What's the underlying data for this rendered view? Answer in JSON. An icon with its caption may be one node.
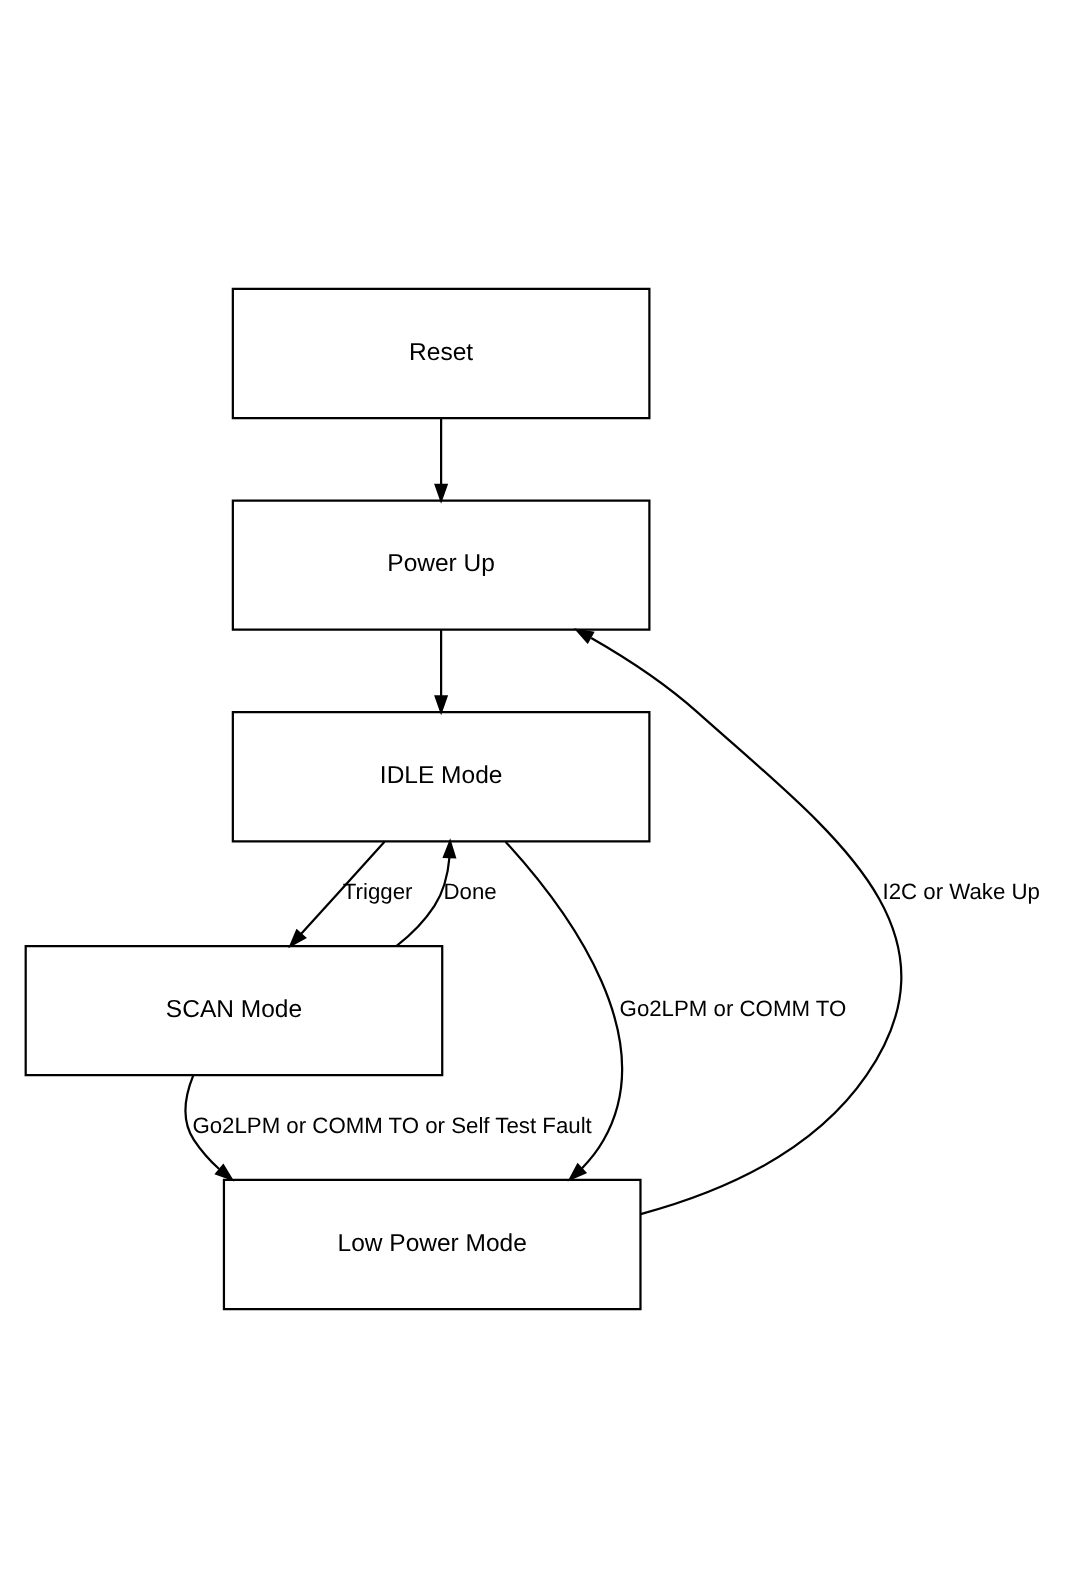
{
  "diagram": {
    "nodes": [
      {
        "text": [
          "Reset"
        ]
      },
      {
        "text": [
          "Power Up"
        ]
      },
      {
        "text": [
          "IDLE Mode"
        ]
      },
      {
        "text": [
          "SCAN Mode"
        ]
      },
      {
        "text": [
          "Low Power Mode"
        ]
      }
    ],
    "edges": [
      {
        "from": 0,
        "to": 1,
        "arrow": "to"
      },
      {
        "from": 4,
        "to": 1,
        "arrow": "to",
        "label": "I2C or Wake Up"
      },
      {
        "from": 1,
        "to": 2,
        "arrow": "to"
      },
      {
        "from": 2,
        "to": 4,
        "arrow": "to",
        "label": "Go2LPM or COMM TO"
      },
      {
        "from": 2,
        "to": 3,
        "arrow": "to",
        "label": "Trigger"
      },
      {
        "from": 3,
        "to": 2,
        "arrow": "to",
        "label": "Done"
      },
      {
        "from": 3,
        "to": 4,
        "arrow": "to",
        "label": "Go2LPM or COMM TO or Self Test Fault"
      }
    ]
  }
}
